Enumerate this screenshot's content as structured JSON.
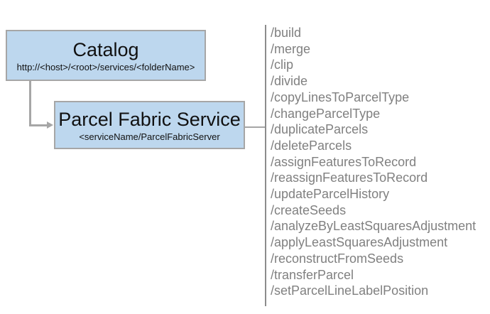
{
  "colors": {
    "node_fill": "#bdd7ee",
    "node_border": "#a6a6a6",
    "connector": "#a6a6a6",
    "divider": "#8c8c8c",
    "list_text": "#808080",
    "title_text": "#111111"
  },
  "nodes": {
    "catalog": {
      "title": "Catalog",
      "subtitle": "http://<host>/<root>/services/<folderName>"
    },
    "service": {
      "title": "Parcel Fabric Service",
      "subtitle": "<serviceName/ParcelFabricServer"
    }
  },
  "endpoints": {
    "items": [
      "/build",
      "/merge",
      "/clip",
      "/divide",
      "/copyLinesToParcelType",
      "/changeParcelType",
      "/duplicateParcels",
      "/deleteParcels",
      "/assignFeaturesToRecord",
      "/reassignFeaturesToRecord",
      "/updateParcelHistory",
      "/createSeeds",
      "/analyzeByLeastSquaresAdjustment",
      "/applyLeastSquaresAdjustment",
      "/reconstructFromSeeds",
      "/transferParcel",
      "/setParcelLineLabelPosition"
    ]
  }
}
